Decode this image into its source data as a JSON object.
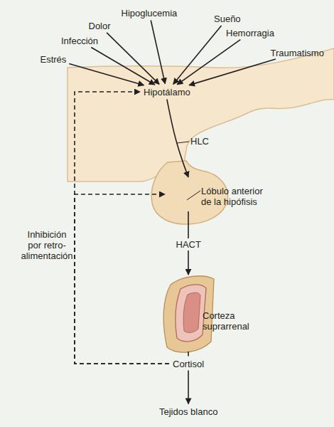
{
  "diagram": {
    "nodes": [
      {
        "text": [
          "Hipoglucemia"
        ]
      },
      {
        "text": [
          "Dolor"
        ]
      },
      {
        "text": [
          "Sueño"
        ]
      },
      {
        "text": [
          "Infección"
        ]
      },
      {
        "text": [
          "Hemorragia"
        ]
      },
      {
        "text": [
          "Traumatismo"
        ]
      },
      {
        "text": [
          "Estrés"
        ]
      },
      {
        "text": [
          "Hipotálamo"
        ]
      },
      {
        "text": [
          "Lóbulo anterior de la hipófisis"
        ]
      },
      {
        "text": [
          "Corteza suprarrenal"
        ]
      },
      {
        "text": [
          "Cortisol"
        ]
      },
      {
        "text": [
          "Tejidos blanco"
        ]
      }
    ],
    "edges": [
      {
        "from": 0,
        "to": 7,
        "arrow": "to"
      },
      {
        "from": 1,
        "to": 7,
        "arrow": "to"
      },
      {
        "from": 2,
        "to": 7,
        "arrow": "to"
      },
      {
        "from": 3,
        "to": 7,
        "arrow": "to"
      },
      {
        "from": 4,
        "to": 7,
        "arrow": "to"
      },
      {
        "from": 5,
        "to": 7,
        "arrow": "to"
      },
      {
        "from": 6,
        "to": 7,
        "arrow": "to"
      },
      {
        "from": 7,
        "to": 8,
        "label": "HLC",
        "arrow": "to"
      },
      {
        "from": 8,
        "to": 9,
        "label": "HACT",
        "arrow": "to"
      },
      {
        "from": 9,
        "to": 10,
        "arrow": "none"
      },
      {
        "from": 10,
        "to": 11,
        "arrow": "to"
      },
      {
        "from": 10,
        "to": 7,
        "arrow": "to"
      },
      {
        "from": 10,
        "to": 8,
        "arrow": "to"
      }
    ],
    "labels": [
      "Inhibición por retro-alimentación"
    ]
  }
}
